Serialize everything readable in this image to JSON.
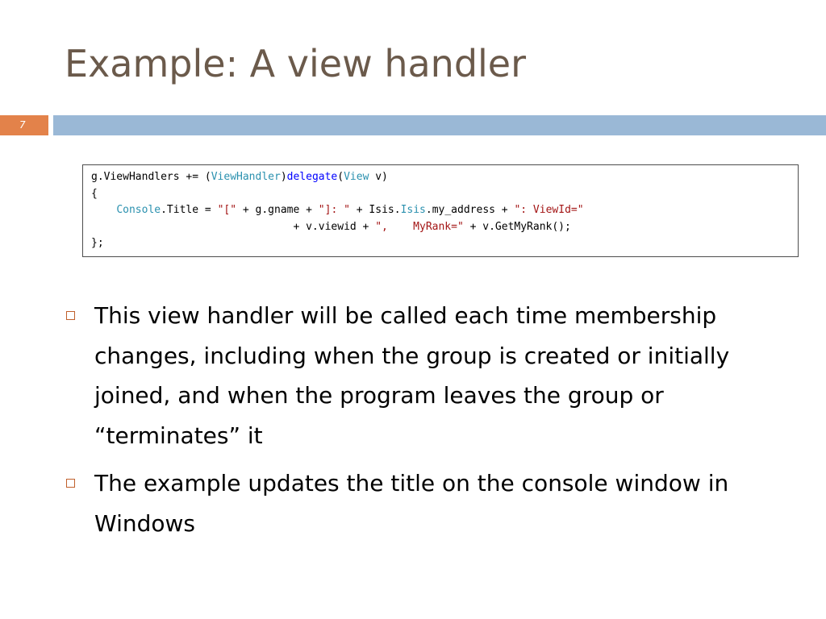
{
  "slide": {
    "title": "Example: A view handler",
    "number": "7"
  },
  "code": {
    "lines": [
      [
        {
          "t": "plain",
          "v": "g.ViewHandlers += ("
        },
        {
          "t": "type",
          "v": "ViewHandler"
        },
        {
          "t": "plain",
          "v": ")"
        },
        {
          "t": "kw",
          "v": "delegate"
        },
        {
          "t": "plain",
          "v": "("
        },
        {
          "t": "type",
          "v": "View"
        },
        {
          "t": "plain",
          "v": " v)"
        }
      ],
      [
        {
          "t": "plain",
          "v": "{"
        }
      ],
      [
        {
          "t": "plain",
          "v": "    "
        },
        {
          "t": "type",
          "v": "Console"
        },
        {
          "t": "plain",
          "v": ".Title = "
        },
        {
          "t": "str",
          "v": "\"[\""
        },
        {
          "t": "plain",
          "v": " + g.gname + "
        },
        {
          "t": "str",
          "v": "\"]: \""
        },
        {
          "t": "plain",
          "v": " + Isis."
        },
        {
          "t": "type",
          "v": "Isis"
        },
        {
          "t": "plain",
          "v": ".my_address + "
        },
        {
          "t": "str",
          "v": "\": ViewId=\""
        }
      ],
      [
        {
          "t": "plain",
          "v": "                                + v.viewid + "
        },
        {
          "t": "str",
          "v": "\",    MyRank=\""
        },
        {
          "t": "plain",
          "v": " + v.GetMyRank();"
        }
      ],
      [
        {
          "t": "plain",
          "v": "};"
        }
      ]
    ]
  },
  "bullets": [
    "This view handler will be called each time membership changes, including when the group is created or initially joined, and when the program leaves the group or “terminates” it",
    "The example updates the title on the console window in Windows"
  ],
  "colors": {
    "title": "#6b5a4b",
    "accent_orange": "#e3824a",
    "header_bar_blue": "#9ab8d6",
    "code_type": "#2b91af",
    "code_keyword": "#0000ff",
    "code_string": "#a31515"
  },
  "icons": {
    "bullet": "hollow-square-bullet-icon"
  }
}
